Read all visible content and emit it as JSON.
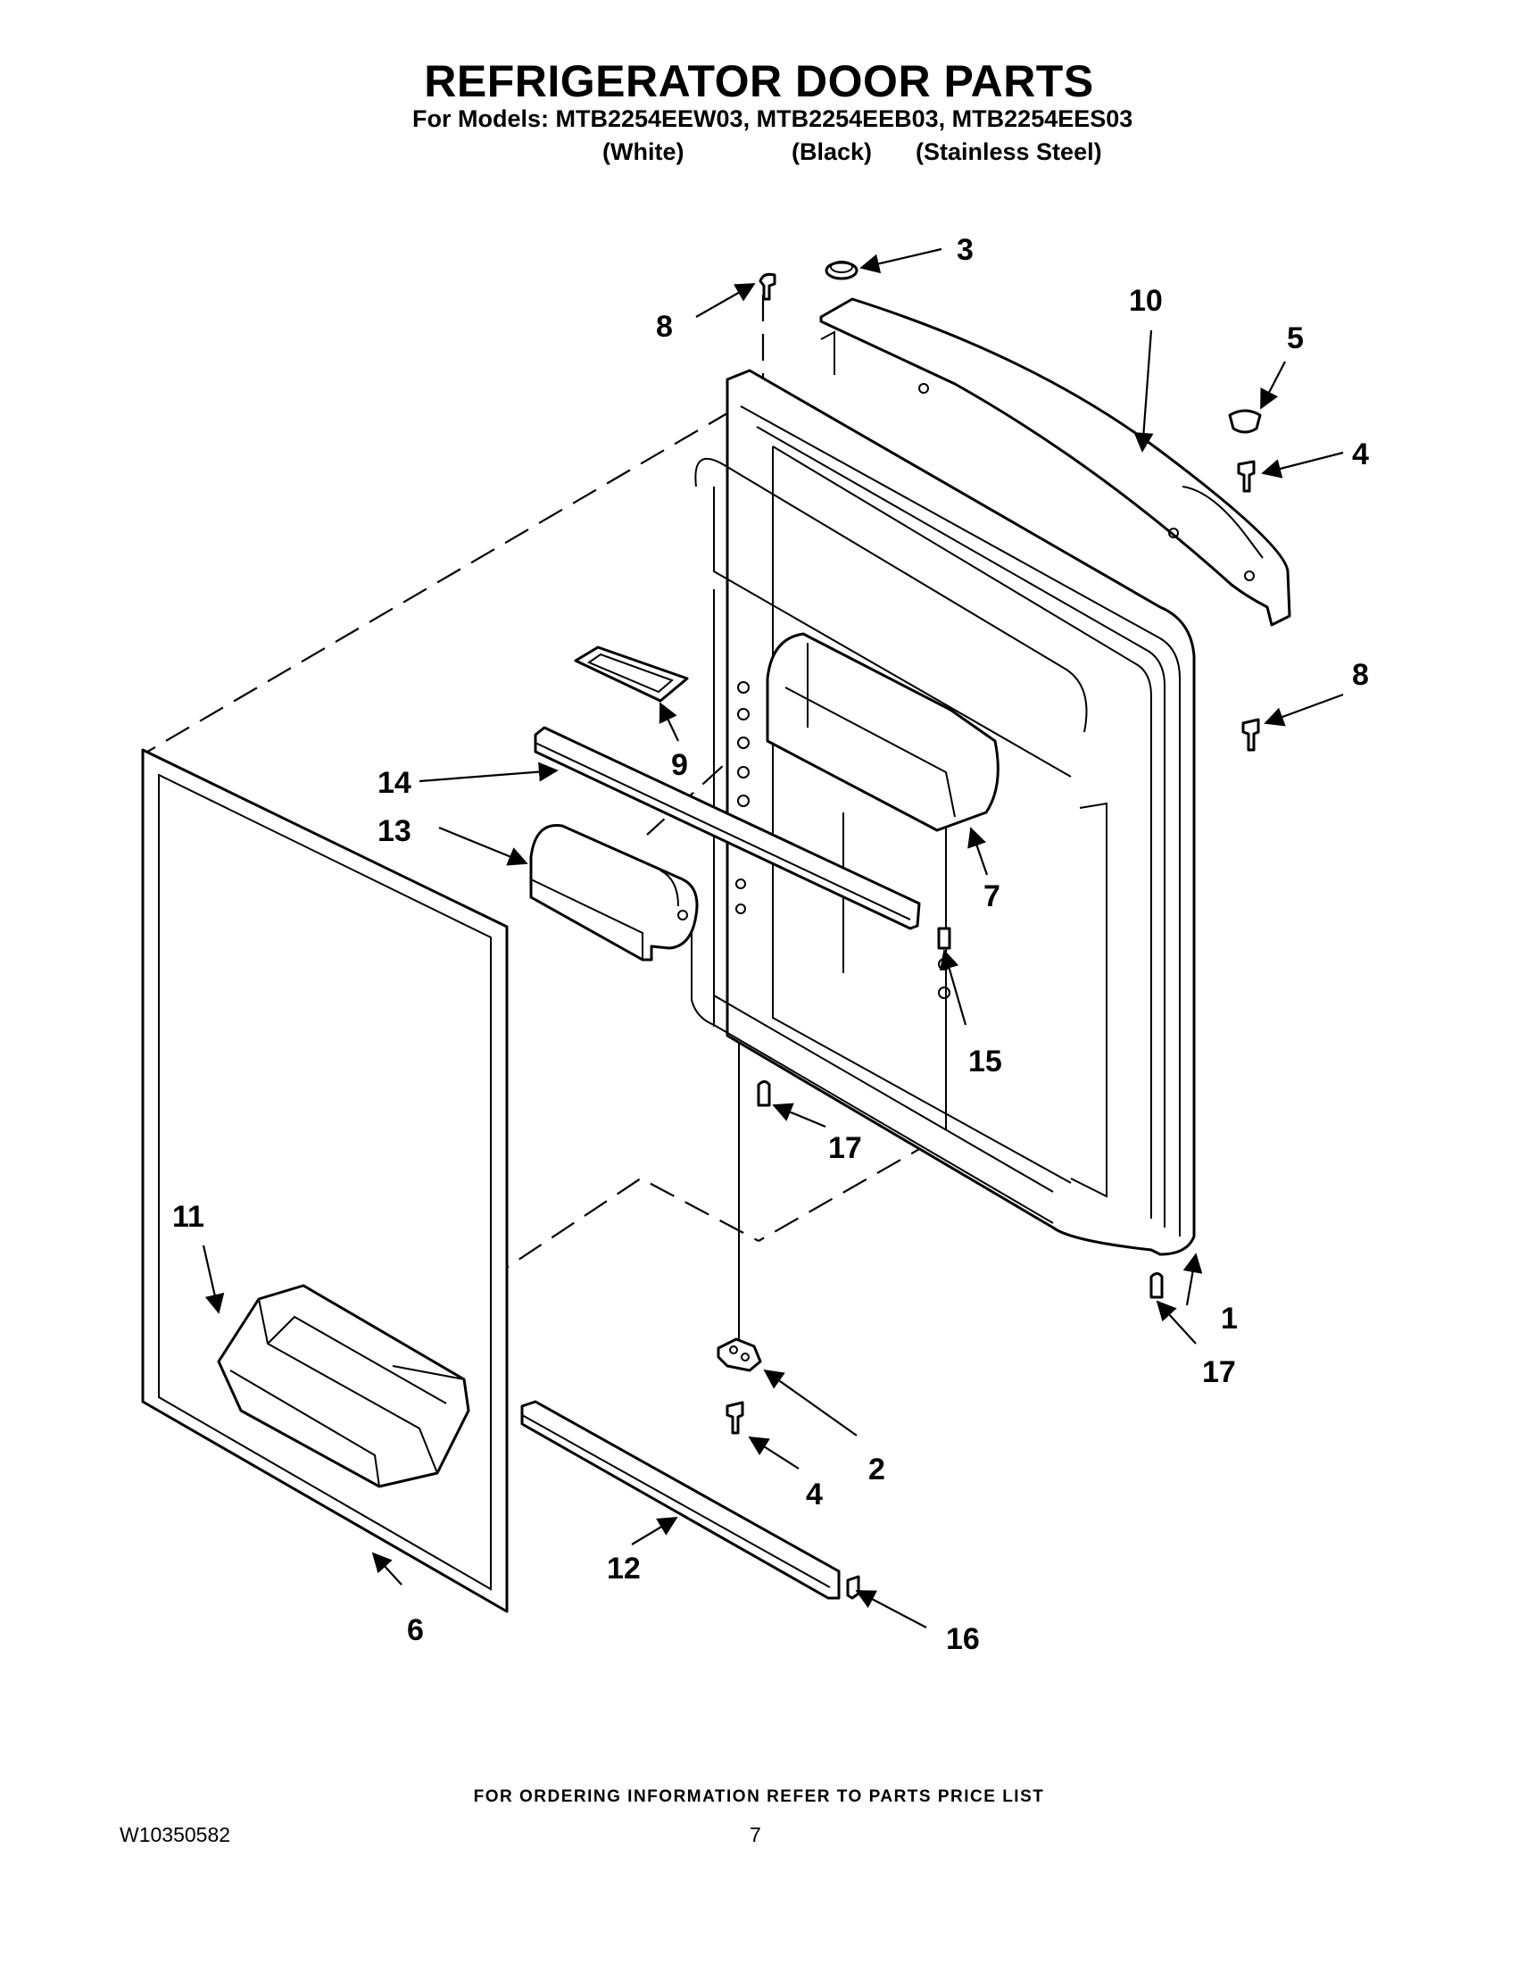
{
  "header": {
    "title": "REFRIGERATOR DOOR PARTS",
    "models_line": "For Models: MTB2254EEW03, MTB2254EEB03, MTB2254EES03",
    "variants": [
      "(White)",
      "(Black)",
      "(Stainless Steel)"
    ]
  },
  "callouts": [
    "1",
    "2",
    "3",
    "4",
    "4",
    "5",
    "6",
    "7",
    "8",
    "8",
    "9",
    "10",
    "11",
    "12",
    "13",
    "14",
    "15",
    "16",
    "17",
    "17"
  ],
  "footer": {
    "ordering_note": "FOR ORDERING INFORMATION REFER TO PARTS PRICE LIST",
    "doc_number": "W10350582",
    "page_number": "7"
  }
}
